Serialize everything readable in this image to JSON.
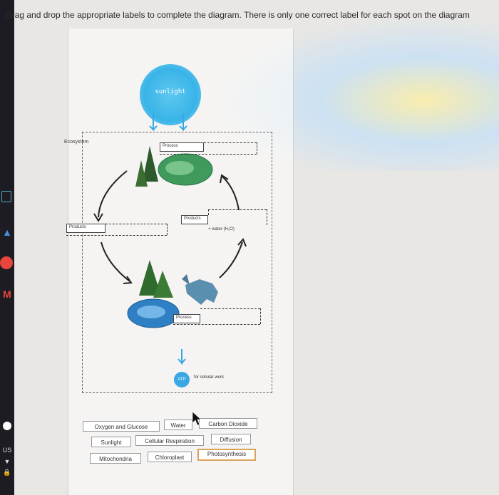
{
  "instructions": "Drag and drop the appropriate labels to complete the diagram. There is only one correct label for each spot on the diagram",
  "diagram": {
    "sun_label": "sunlight",
    "ecosystem_label": "Ecosystem",
    "drop_process_top": "Process",
    "drop_products_left": "Products",
    "drop_products_right": "Products",
    "water_text": "+ water (H₂O)",
    "drop_process_bottom": "Process",
    "atp_label": "ATP",
    "cellular_work": "for cellular work"
  },
  "label_bank": [
    {
      "text": "Oxygen and Glucose",
      "selected": false
    },
    {
      "text": "Water",
      "selected": false
    },
    {
      "text": "Carbon Dioxide",
      "selected": false
    },
    {
      "text": "Sunlight",
      "selected": false
    },
    {
      "text": "Cellular Respiration",
      "selected": false
    },
    {
      "text": "Diffusion",
      "selected": false
    },
    {
      "text": "Mitochondria",
      "selected": false
    },
    {
      "text": "Chloroplast",
      "selected": false
    },
    {
      "text": "Photosynthesis",
      "selected": true
    }
  ],
  "taskbar": {
    "lang": "US"
  },
  "colors": {
    "sun": "#39b4e8",
    "atp": "#3aa6e4",
    "selected_border": "#d9a35a"
  }
}
